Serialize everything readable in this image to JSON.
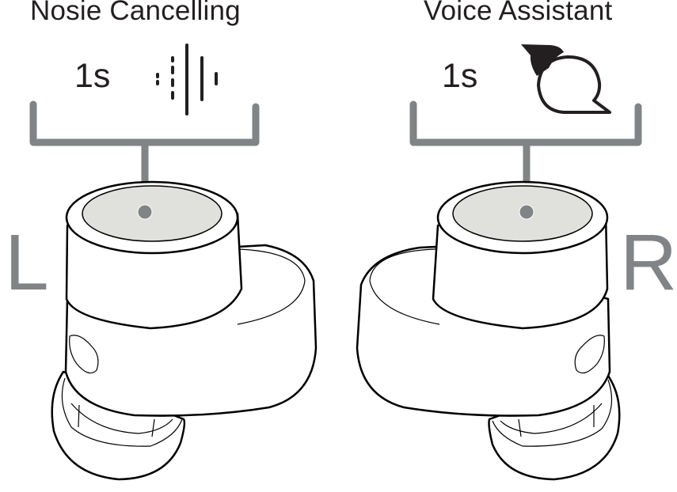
{
  "left": {
    "function_title": "Nosie Cancelling",
    "press_duration": "1s",
    "icon": "noise-cancelling-waveform-icon",
    "side_label": "L"
  },
  "right": {
    "function_title": "Voice Assistant",
    "press_duration": "1s",
    "icon": "voice-assistant-speech-bubble-icon",
    "side_label": "R"
  },
  "colors": {
    "text": "#231f20",
    "callout_gray": "#808486",
    "touch_pad": "#e0e0dc",
    "outline": "#000000"
  }
}
